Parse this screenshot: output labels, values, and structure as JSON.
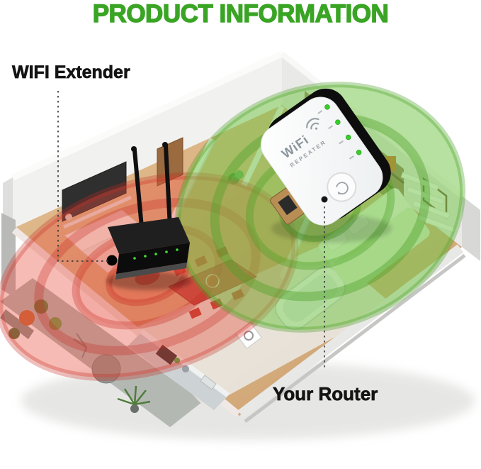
{
  "title": {
    "text": "PRODUCT INFORMATION",
    "color": "#3aa425"
  },
  "callouts": {
    "extender": "WIFI Extender",
    "router": "Your Router"
  },
  "repeater_device": {
    "brand": "WiFi",
    "brand_sub": "REPEATER",
    "body_color": "#ffffff",
    "led_color": "#35d02a",
    "leds": [
      "power-led",
      "wps-led",
      "wifi-led",
      "lan-led"
    ],
    "button": "wps-button",
    "port": "ethernet-port",
    "signal_color": "#74c649",
    "signal_rings": 4
  },
  "router_device": {
    "antennas": 2,
    "body_color": "#111111",
    "signal_color": "#e74c3c",
    "signal_rings": 4
  }
}
